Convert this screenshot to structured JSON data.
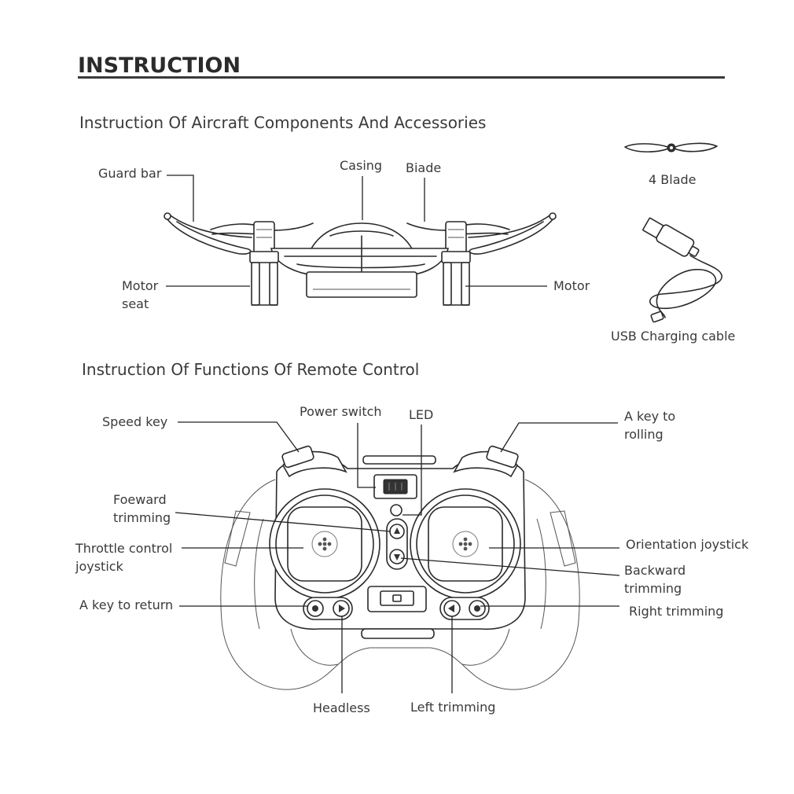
{
  "title": "INSTRUCTION",
  "section1": {
    "heading": "Instruction Of Aircraft Components And Accessories",
    "labels": {
      "guard_bar": "Guard bar",
      "casing": "Casing",
      "blade": "Biade",
      "motor_seat_1": "Motor",
      "motor_seat_2": "seat",
      "motor": "Motor",
      "four_blade": "4 Blade",
      "usb_cable": "USB Charging cable"
    }
  },
  "section2": {
    "heading": "Instruction Of Functions Of Remote Control",
    "labels": {
      "speed_key": "Speed key",
      "power_switch": "Power switch",
      "led": "LED",
      "key_rolling_1": "A key to",
      "key_rolling_2": "rolling",
      "forward_trim_1": "Foeward",
      "forward_trim_2": "trimming",
      "throttle_1": "Throttle control",
      "throttle_2": "joystick",
      "orientation": "Orientation joystick",
      "backward_trim_1": "Backward",
      "backward_trim_2": "trimming",
      "key_return": "A key to return",
      "right_trim": "Right trimming",
      "headless": "Headless",
      "left_trim": "Left trimming"
    }
  },
  "colors": {
    "ink": "#2a2a2a",
    "text": "#3a3a3a",
    "background": "#ffffff"
  }
}
